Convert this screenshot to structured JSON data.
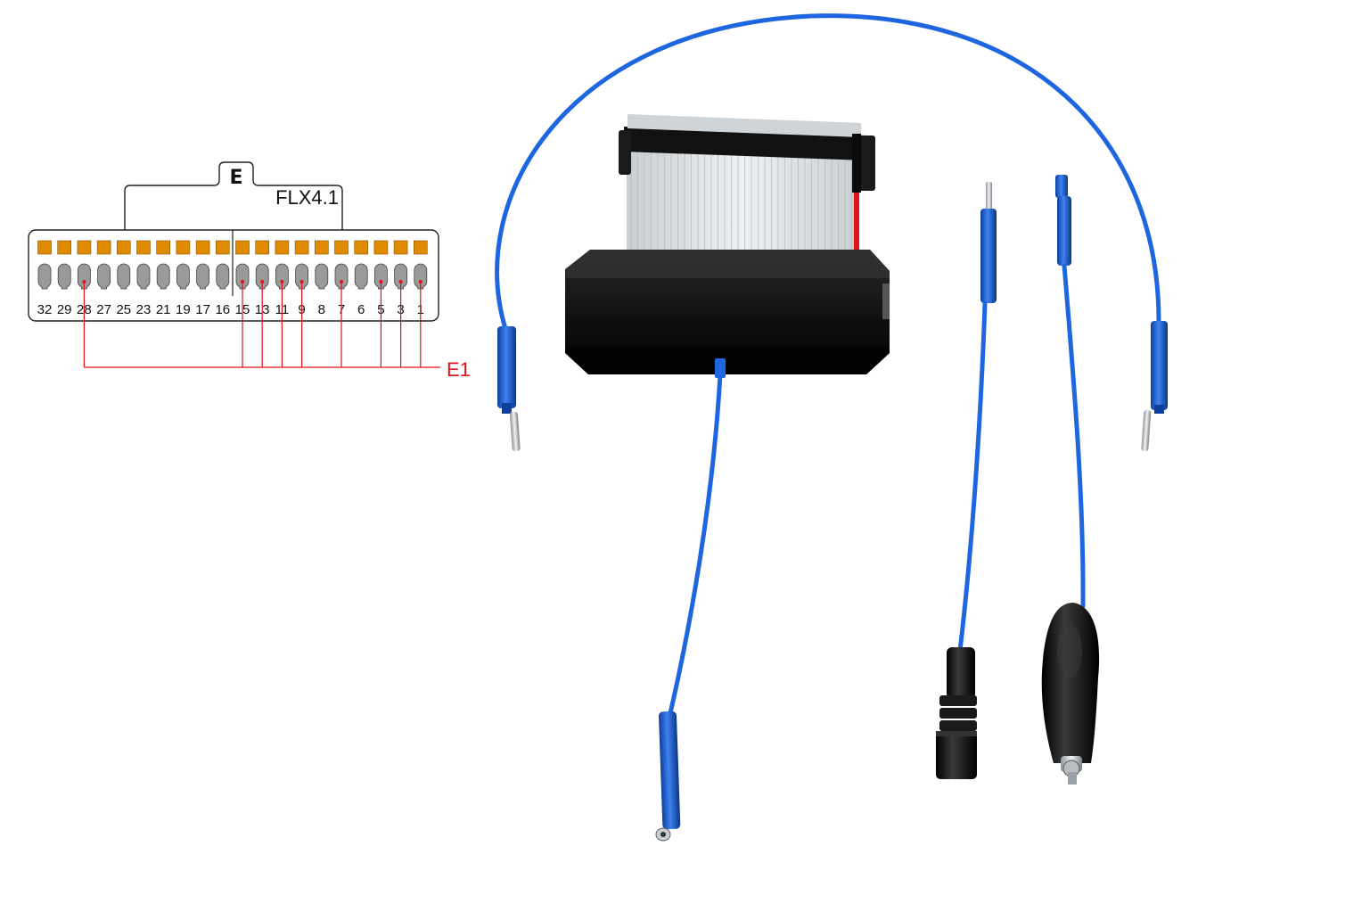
{
  "connector": {
    "letter": "E",
    "model": "FLX4.1",
    "pin_labels": [
      "32",
      "29",
      "28",
      "27",
      "25",
      "23",
      "21",
      "19",
      "17",
      "16",
      "15",
      "13",
      "11",
      "9",
      "8",
      "7",
      "6",
      "5",
      "3",
      "1"
    ],
    "wired_pins": [
      "28",
      "15",
      "13",
      "11",
      "9",
      "7",
      "5",
      "3",
      "1"
    ],
    "group_label": "E1"
  },
  "colors": {
    "pin_orange": "#E08A00",
    "pin_grey": "#9A9A9A",
    "wire_red": "#E0121B",
    "cable_blue": "#1E66E0",
    "ribbon_grey": "#DDE2E6",
    "module_black": "#111111"
  }
}
